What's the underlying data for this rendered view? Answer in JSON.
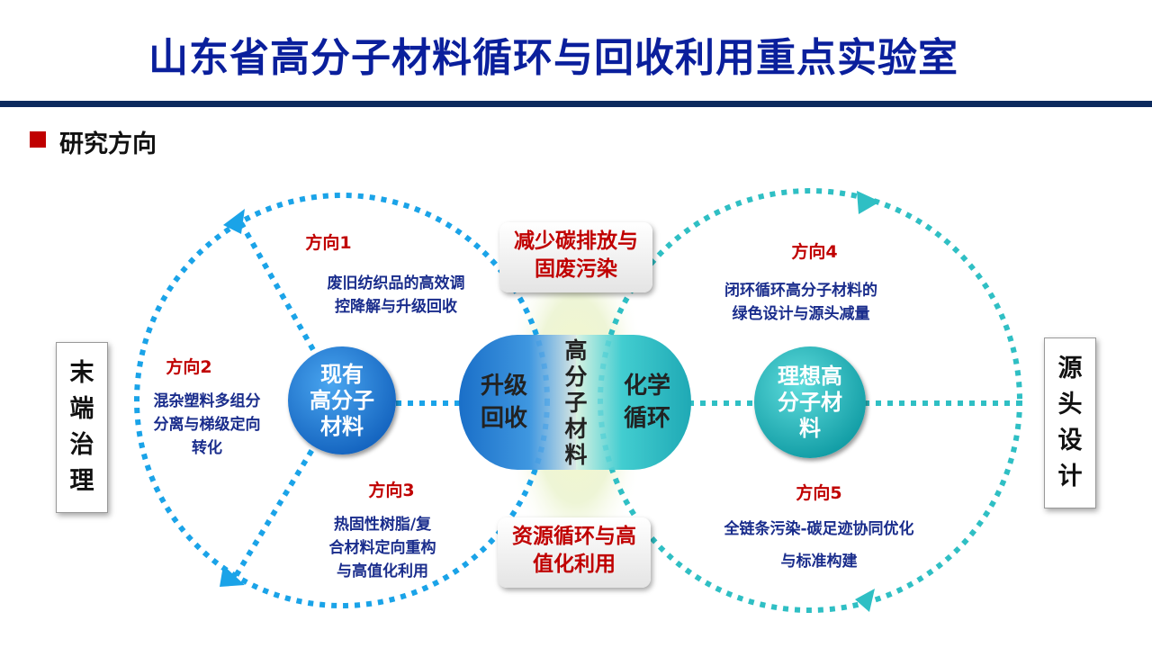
{
  "title": "山东省高分子材料循环与回收利用重点实验室",
  "section": "研究方向",
  "side_left": [
    "末",
    "端",
    "治",
    "理"
  ],
  "side_right": [
    "源",
    "头",
    "设",
    "计"
  ],
  "top_box": [
    "减少碳排放与",
    "固废污染"
  ],
  "bottom_box": [
    "资源循环与高",
    "值化利用"
  ],
  "nodes": {
    "existing": [
      "现有",
      "高分子",
      "材料"
    ],
    "upgrade": [
      "升级",
      "回收"
    ],
    "center": [
      "高",
      "分",
      "子",
      "材",
      "料"
    ],
    "chemical": [
      "化学",
      "循环"
    ],
    "ideal": [
      "理想高",
      "分子材",
      "料"
    ]
  },
  "directions": [
    {
      "label": "方向1",
      "desc": [
        "废旧纺织品的高效调",
        "控降解与升级回收"
      ]
    },
    {
      "label": "方向2",
      "desc": [
        "混杂塑料多组分",
        "分离与梯级定向",
        "转化"
      ]
    },
    {
      "label": "方向3",
      "desc": [
        "热固性树脂/复",
        "合材料定向重构",
        "与高值化利用"
      ]
    },
    {
      "label": "方向4",
      "desc": [
        "闭环循环高分子材料的",
        "绿色设计与源头减量"
      ]
    },
    {
      "label": "方向5",
      "desc": [
        "全链条污染-碳足迹协同优化",
        "与标准构建"
      ]
    }
  ],
  "colors": {
    "title": "#0a1f9c",
    "accent": "#c00000",
    "blue": "#1e88e5",
    "teal": "#2fbfc4"
  }
}
